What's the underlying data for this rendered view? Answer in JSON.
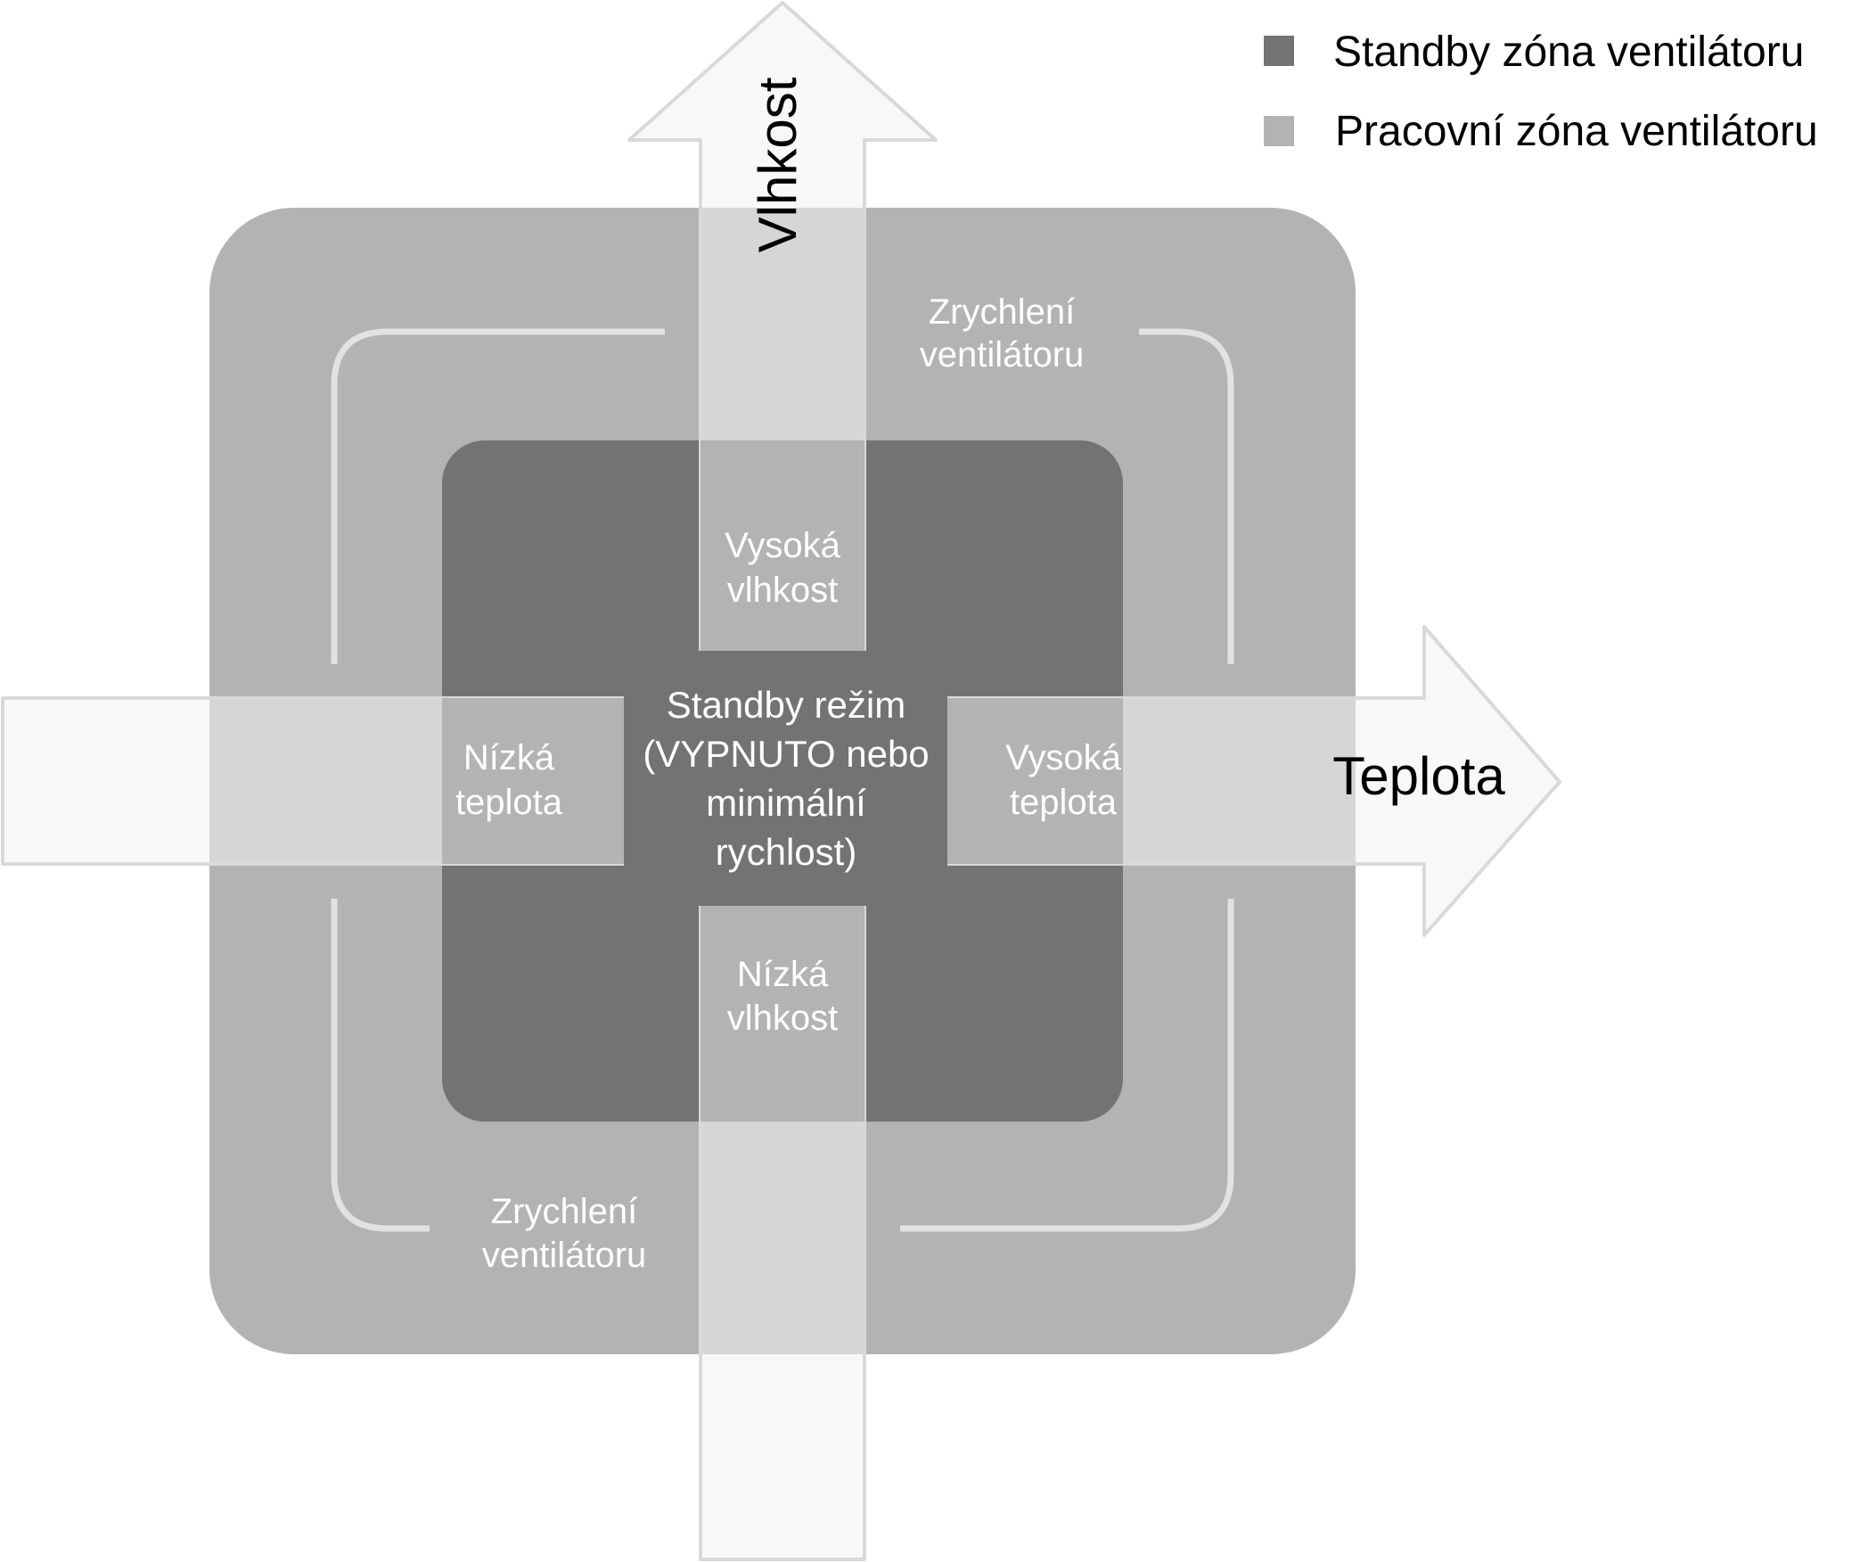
{
  "colors": {
    "standby_zone": "#737373",
    "working_zone": "#b3b3b3",
    "arrow_fill": "#f2f2f2",
    "arrow_stroke": "#d9d9d9",
    "bracket": "#e2e2e2"
  },
  "legend": {
    "standby": "Standby zóna ventilátoru",
    "working": "Pracovní zóna ventilátoru"
  },
  "axes": {
    "vertical": "Vlhkost",
    "horizontal": "Teplota"
  },
  "center": {
    "line1": "Standby režim",
    "line2": "(VYPNUTO nebo",
    "line3": "minimální",
    "line4": "rychlost)"
  },
  "labels": {
    "high_humidity": {
      "line1": "Vysoká",
      "line2": "vlhkost"
    },
    "low_humidity": {
      "line1": "Nízká",
      "line2": "vlhkost"
    },
    "low_temperature": {
      "line1": "Nízká",
      "line2": "teplota"
    },
    "high_temperature": {
      "line1": "Vysoká",
      "line2": "teplota"
    },
    "fan_accel_top": {
      "line1": "Zrychlení",
      "line2": "ventilátoru"
    },
    "fan_accel_bottom": {
      "line1": "Zrychlení",
      "line2": "ventilátoru"
    }
  }
}
